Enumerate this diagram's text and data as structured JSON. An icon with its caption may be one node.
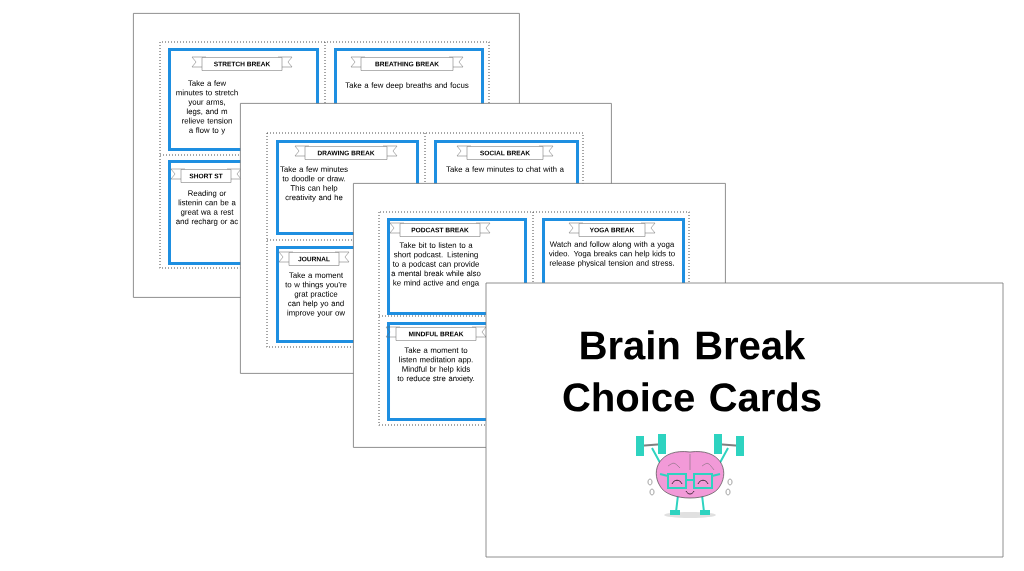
{
  "diagram": {
    "title": "Brain Break Choice Cards",
    "nodes": [
      {
        "text": [],
        "shape": "box"
      },
      {
        "text": [
          "STRETCH BREAK",
          "Take a few minutes to stretch your arms, legs, and m relieve tension a flow to y"
        ],
        "in": 0
      },
      {
        "text": [
          "BREATHING BREAK",
          "Take a few deep breaths and focus"
        ],
        "in": 0
      },
      {
        "text": [
          "SHORT ST",
          "Reading or listenin can be a great wa a rest and recharg or ac"
        ],
        "in": 0
      },
      {
        "text": [],
        "shape": "box"
      },
      {
        "text": [
          "DRAWING BREAK",
          "Take a few minutes to doodle or draw. This can help creativity and he"
        ]
      },
      {
        "text": [
          "SOCIAL BREAK",
          "Take a few minutes to chat with a"
        ],
        "in": 4
      },
      {
        "text": [
          "JOURNAL",
          "Take a moment to w things you're grat practice can help yo and improve your ow"
        ],
        "in": 4
      },
      {
        "text": [],
        "shape": "box"
      },
      {
        "text": [
          "PODCAST BREAK",
          "Take bit to listen to a short podcast. Listening to a podcast can provide a mental break while also ke mind active and enga"
        ]
      },
      {
        "text": [
          "YOGA BREAK",
          "Watch and follow along with a yoga video. Yoga breaks can help kids to release physical tension and stress."
        ],
        "in": 8
      },
      {
        "text": [
          "MINDFUL BREAK",
          "Take a moment to listen meditation app. Mindful br help kids to reduce stre anxiety."
        ],
        "in": 8
      }
    ]
  }
}
